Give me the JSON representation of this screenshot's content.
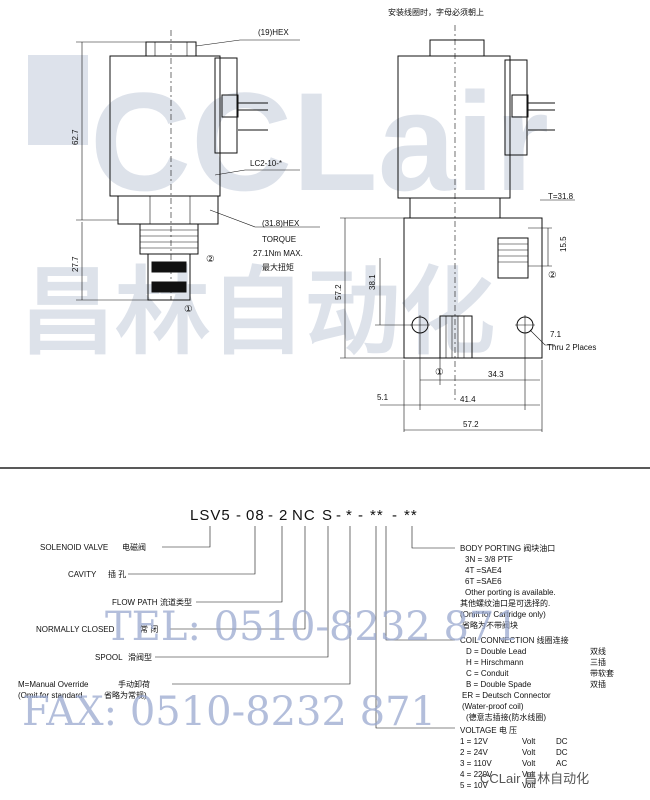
{
  "top_note": "安装线圈时，字母必须朝上",
  "watermark": {
    "brand": "CCLair",
    "brand_cn": "昌林自动化",
    "footer": "CCLair 昌林自动化"
  },
  "left_view": {
    "hex_top": "(19)HEX",
    "coil_label": "LC2-10-*",
    "hex_bottom": "(31.8)HEX",
    "torque": "TORQUE",
    "torque_value": "27.1Nm MAX.",
    "torque_cn": "最大扭矩",
    "dim_height": "62.7",
    "dim_lower": "27.7",
    "port_1": "①",
    "port_2": "②"
  },
  "right_view": {
    "t_label": "T=31.8",
    "dim_155": "15.5",
    "dim_381": "38.1",
    "dim_572v": "57.2",
    "dim_71": "7.1",
    "thru": "Thru 2 Places",
    "dim_343": "34.3",
    "dim_414": "41.4",
    "dim_572h": "57.2",
    "dim_51": "5.1",
    "port_1": "①",
    "port_2": "②"
  },
  "model_code": {
    "segments": [
      "LSV5",
      "-",
      "08",
      "-",
      "2",
      "NC",
      "S",
      "-",
      "*",
      "-",
      "**",
      "-",
      "**"
    ]
  },
  "legend_left": [
    {
      "en": "SOLENOID VALVE",
      "cn": "电磁阀"
    },
    {
      "en": "CAVITY",
      "cn": "插 孔"
    },
    {
      "en": "FLOW PATH",
      "cn": "流道类型"
    },
    {
      "en": "NORMALLY CLOSED",
      "cn": "常 闭"
    },
    {
      "en": "SPOOL",
      "cn": "滑阀型"
    },
    {
      "en": "M=Manual Override",
      "cn": "手动卸荷"
    },
    {
      "en": "(Omit for standard",
      "cn": "省略为常规)"
    }
  ],
  "body_porting": {
    "title": "BODY PORTING 阀块油口",
    "lines": [
      "3N = 3/8 PTF",
      "4T =SAE4",
      "6T =SAE6",
      "Other porting is available.",
      "其他螺纹油口是可选择的.",
      "(Omit for Cartridge only)",
      "省略为不带阀块"
    ]
  },
  "coil_connection": {
    "title": "COIL CONNECTION  线圈连接",
    "lines": [
      {
        "code": "D = Double Lead",
        "cn": "双线"
      },
      {
        "code": "H = Hirschmann",
        "cn": "三插"
      },
      {
        "code": "C = Conduit",
        "cn": "带软套"
      },
      {
        "code": "B = Double Spade",
        "cn": "双插"
      },
      {
        "code": "ER = Deutsch Connector",
        "cn": ""
      },
      {
        "code": "(Water-proof coil)",
        "cn": ""
      },
      {
        "code": "(德意志插接(防水线圈)",
        "cn": ""
      }
    ]
  },
  "voltage": {
    "title": "VOLTAGE    电  压",
    "rows": [
      {
        "code": "1 = 12V",
        "unit": "Volt",
        "type": "DC"
      },
      {
        "code": "2 = 24V",
        "unit": "Volt",
        "type": "DC"
      },
      {
        "code": "3 = 110V",
        "unit": "Volt",
        "type": "AC"
      },
      {
        "code": "4 = 220V",
        "unit": "Volt",
        "type": ""
      },
      {
        "code": "5 = 10V",
        "unit": "Volt",
        "type": ""
      }
    ]
  },
  "contacts": {
    "tel": "TEL: 0510-8232 871",
    "fax": "FAX: 0510-8232 871"
  }
}
